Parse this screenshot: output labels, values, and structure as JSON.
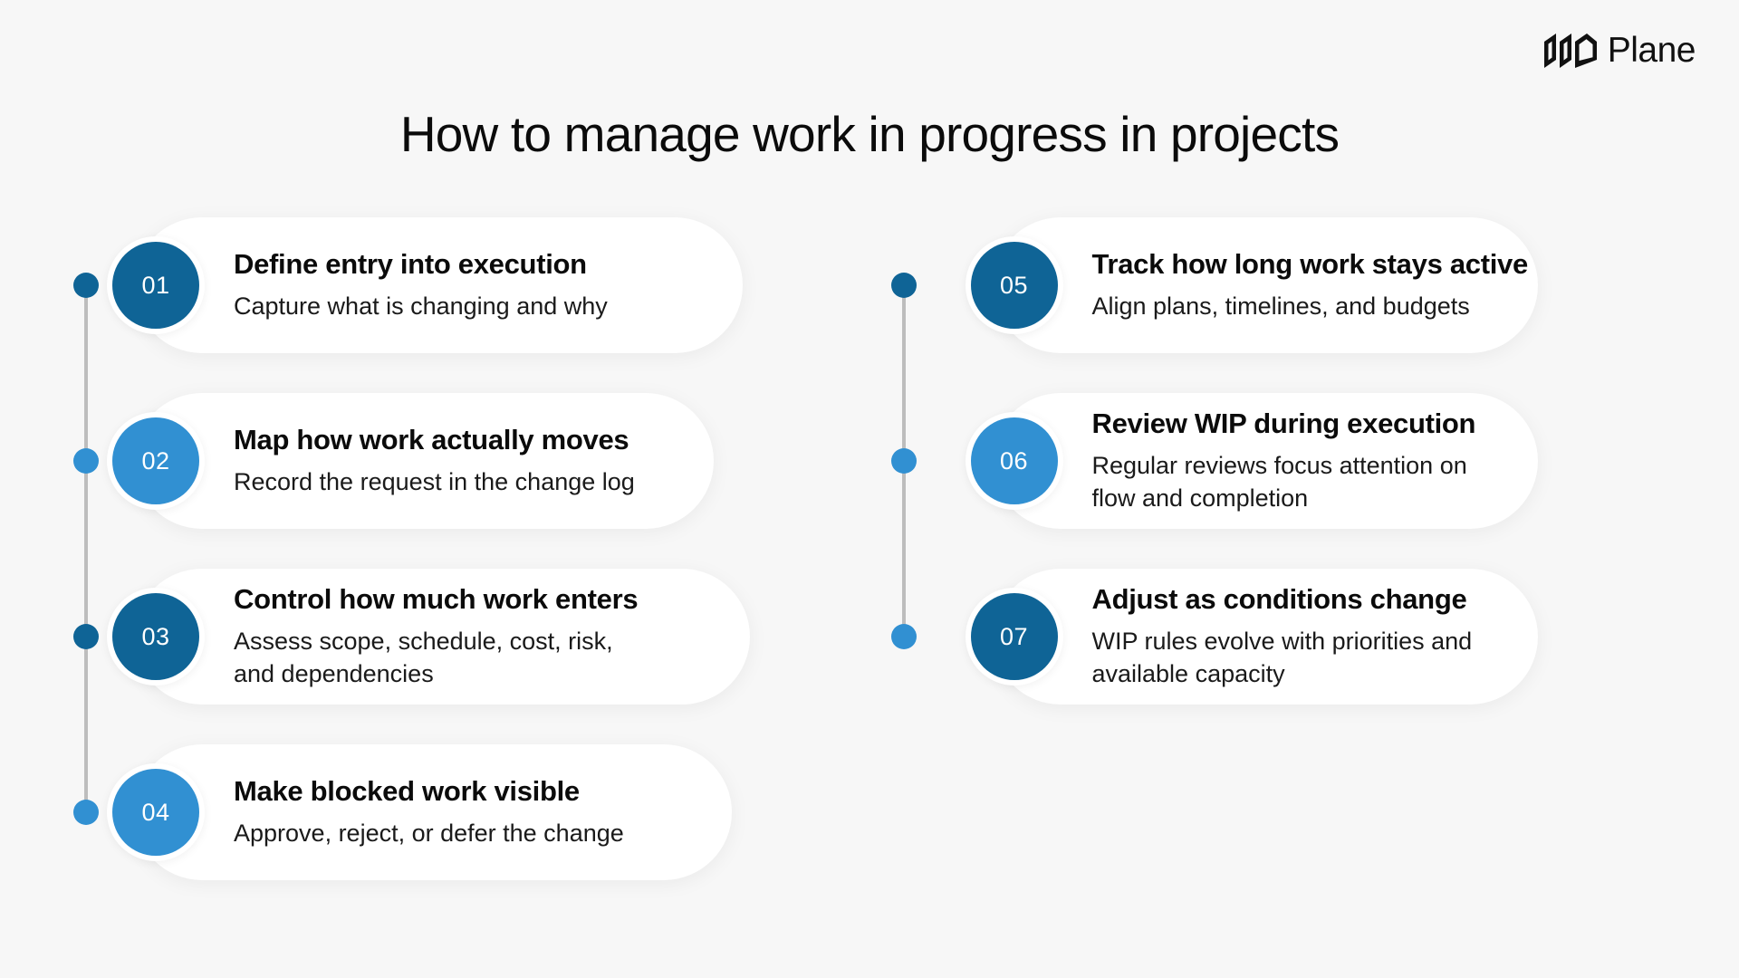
{
  "brand": {
    "name": "Plane",
    "logo_icon": "plane-logo-mark",
    "logo_color": "#111111"
  },
  "header": {
    "title": "How to manage work in progress in projects"
  },
  "colors": {
    "background": "#f7f7f7",
    "card_background": "#ffffff",
    "rail": "#bdbdbd",
    "accent_dark": "#0f6496",
    "accent_light": "#3190d2",
    "title_text": "#0b0b0b",
    "body_text": "#1a1a1a"
  },
  "columns": [
    {
      "id": "column-left",
      "steps": [
        {
          "number": "01",
          "title": "Define entry into execution",
          "desc": "Capture what is changing and why",
          "color": "#0f6496",
          "dot_color": "#0f6496"
        },
        {
          "number": "02",
          "title": "Map how work actually moves",
          "desc": "Record the request in the change log",
          "color": "#3190d2",
          "dot_color": "#3190d2"
        },
        {
          "number": "03",
          "title": "Control how much work enters",
          "desc": "Assess scope, schedule, cost, risk,\nand dependencies",
          "color": "#0f6496",
          "dot_color": "#0f6496"
        },
        {
          "number": "04",
          "title": "Make blocked work visible",
          "desc": "Approve, reject, or defer the change",
          "color": "#3190d2",
          "dot_color": "#3190d2"
        }
      ]
    },
    {
      "id": "column-right",
      "steps": [
        {
          "number": "05",
          "title": "Track how long work stays active",
          "desc": "Align plans, timelines, and budgets",
          "color": "#0f6496",
          "dot_color": "#0f6496"
        },
        {
          "number": "06",
          "title": "Review WIP during execution",
          "desc": "Regular reviews focus attention on\nflow and completion",
          "color": "#3190d2",
          "dot_color": "#3190d2"
        },
        {
          "number": "07",
          "title": "Adjust as conditions change",
          "desc": "WIP rules evolve with priorities and\navailable capacity",
          "color": "#0f6496",
          "dot_color": "#3190d2"
        }
      ]
    }
  ]
}
